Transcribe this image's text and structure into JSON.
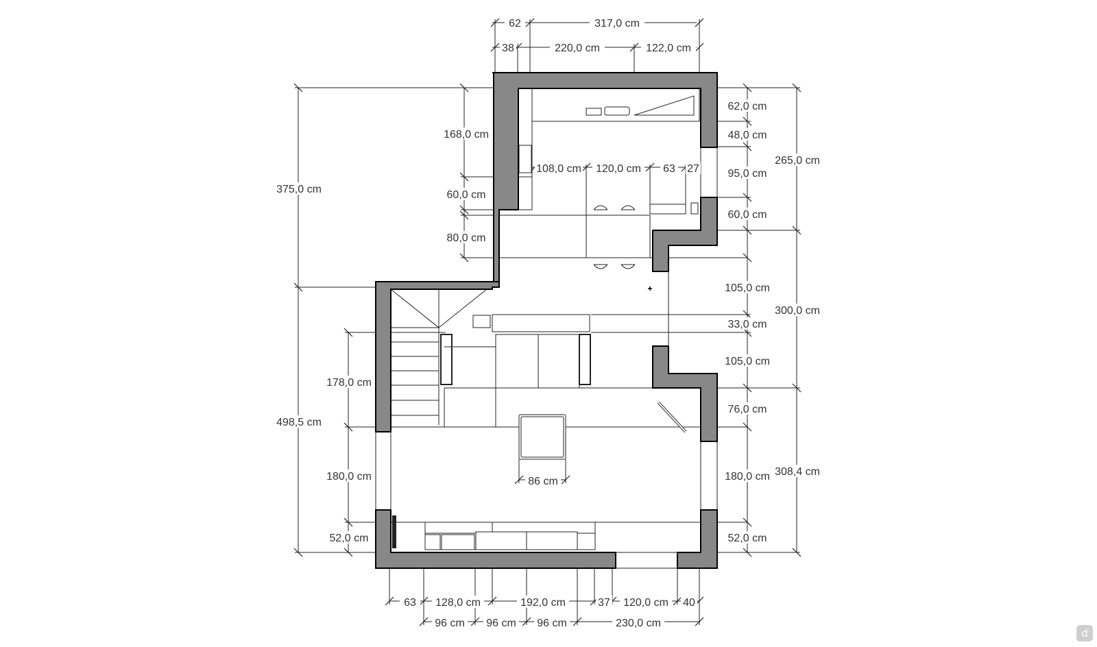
{
  "plan": {
    "dimensions": {
      "top_62": "62",
      "top_317": "317,0 cm",
      "top_38": "38",
      "top_220": "220,0 cm",
      "top_122": "122,0 cm",
      "left_375": "375,0 cm",
      "left_168": "168,0 cm",
      "left_60": "60,0 cm",
      "left_80": "80,0 cm",
      "left_498": "498,5 cm",
      "left_178": "178,0 cm",
      "left_180": "180,0 cm",
      "left_52": "52,0 cm",
      "right_62": "62,0 cm",
      "right_48": "48,0 cm",
      "right_95": "95,0 cm",
      "right_60": "60,0 cm",
      "right_265": "265,0 cm",
      "right_105a": "105,0 cm",
      "right_33": "33,0 cm",
      "right_300": "300,0 cm",
      "right_105b": "105,0 cm",
      "right_76": "76,0 cm",
      "right_180": "180,0 cm",
      "right_308": "308,4 cm",
      "right_52": "52,0 cm",
      "mid_108": "108,0 cm",
      "mid_120": "120,0 cm",
      "mid_63": "63",
      "mid_27": "27",
      "mid_86": "86 cm",
      "bot_63": "63",
      "bot_128": "128,0 cm",
      "bot_192": "192,0 cm",
      "bot_37": "37",
      "bot_120": "120,0 cm",
      "bot_40": "40",
      "bot_96a": "96 cm",
      "bot_96b": "96 cm",
      "bot_96c": "96 cm",
      "bot_230": "230,0 cm"
    },
    "badge": "d"
  }
}
